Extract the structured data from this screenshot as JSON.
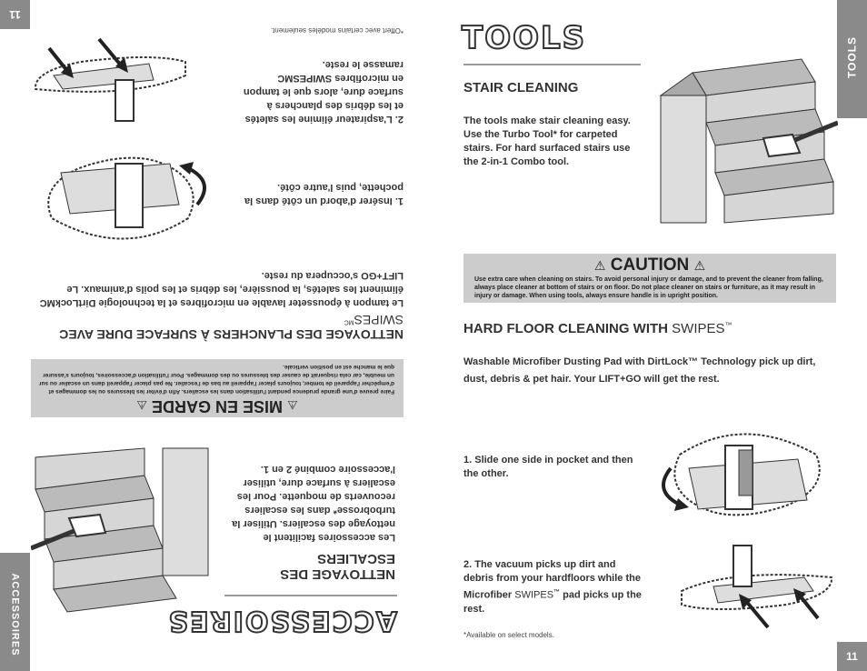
{
  "left": {
    "page_number": "11",
    "side_tab": "ACCESSOIRES",
    "header": "ACCESSOIRES",
    "stair_title": "NETTOYAGE DES ESCALIERS",
    "stair_body": "Les accessoires facilitent le nettoyage des escaliers. Utiliser la turbobrosse* dans les escaliers recouverts de moquette. Pour les escaliers à surface dure, utiliser l'accessoire combiné 2 en 1.",
    "caution_title": "MISE EN GARDE",
    "caution_text": "Faire preuve d'une grande prudence pendant l'utilisation dans les escaliers. Afin d'éviter les blessures ou les dommages et d'empêcher l'appareil de tomber, toujours placer l'appareil au bas de l'escalier. Ne pas placer l'appareil dans un escalier ou sur un meuble, car cela risquerait de causer des blessures ou des dommages. Pour l'utilisation d'accessoires, toujours s'assurer que le manche est en position verticale.",
    "hard_title": "NETTOYAGE DES PLANCHERS À SURFACE DURE AVEC",
    "hard_brand": "SWIPES",
    "hard_mark": "MC",
    "hard_body": "Le tampon à épousseter lavable en microfibres et la technologie DirtLockMC éliminent les saletés, la poussière, les débris et les poils d'animaux. Le LIFT+GO s'occupera du reste.",
    "step1": "1. Insérer d'abord un côté dans la pochette, puis l'autre côté.",
    "step2": "2. L'aspirateur élimine les saletés et les débris des planchers à surface dure, alors que le tampon en microfibres SWIPESMC ramasse le reste.",
    "footnote": "*Offert avec certains modèles seulement."
  },
  "right": {
    "header": "TOOLS",
    "side_tab": "TOOLS",
    "page_number": "11",
    "stair_title": "STAIR CLEANING",
    "stair_body": "The tools make stair cleaning easy. Use the Turbo Tool* for carpeted stairs. For hard surfaced stairs use the 2-in-1 Combo tool.",
    "caution_title": "CAUTION",
    "caution_text": "Use extra care when cleaning on stairs. To avoid personal injury or damage, and to prevent the cleaner from falling, always place cleaner at bottom of stairs or on floor. Do not place cleaner on stairs or furniture, as it may result in injury or damage. When using tools, always ensure handle is in upright position.",
    "hard_title": "HARD FLOOR CLEANING WITH",
    "hard_brand": "SWIPES",
    "hard_tm": "™",
    "hard_body": "Washable Microfiber Dusting Pad with DirtLock™ Technology pick up dirt, dust, debris & pet hair. Your LIFT+GO will get the rest.",
    "step1": "1. Slide one side in pocket and then the other.",
    "step2_a": "2. The vacuum picks up dirt and debris from your hardfloors while the Microfiber",
    "step2_brand": "SWIPES",
    "step2_tm": "™",
    "step2_b": "pad picks up the rest.",
    "footnote": "*Available on select models."
  },
  "icons": {
    "warning": "warning-triangle-icon",
    "arrow": "arrow-icon",
    "curved_arrow": "curved-arrow-icon"
  },
  "colors": {
    "tab": "#8a8a8a",
    "caution_bg": "#cccccc",
    "text": "#333333"
  }
}
